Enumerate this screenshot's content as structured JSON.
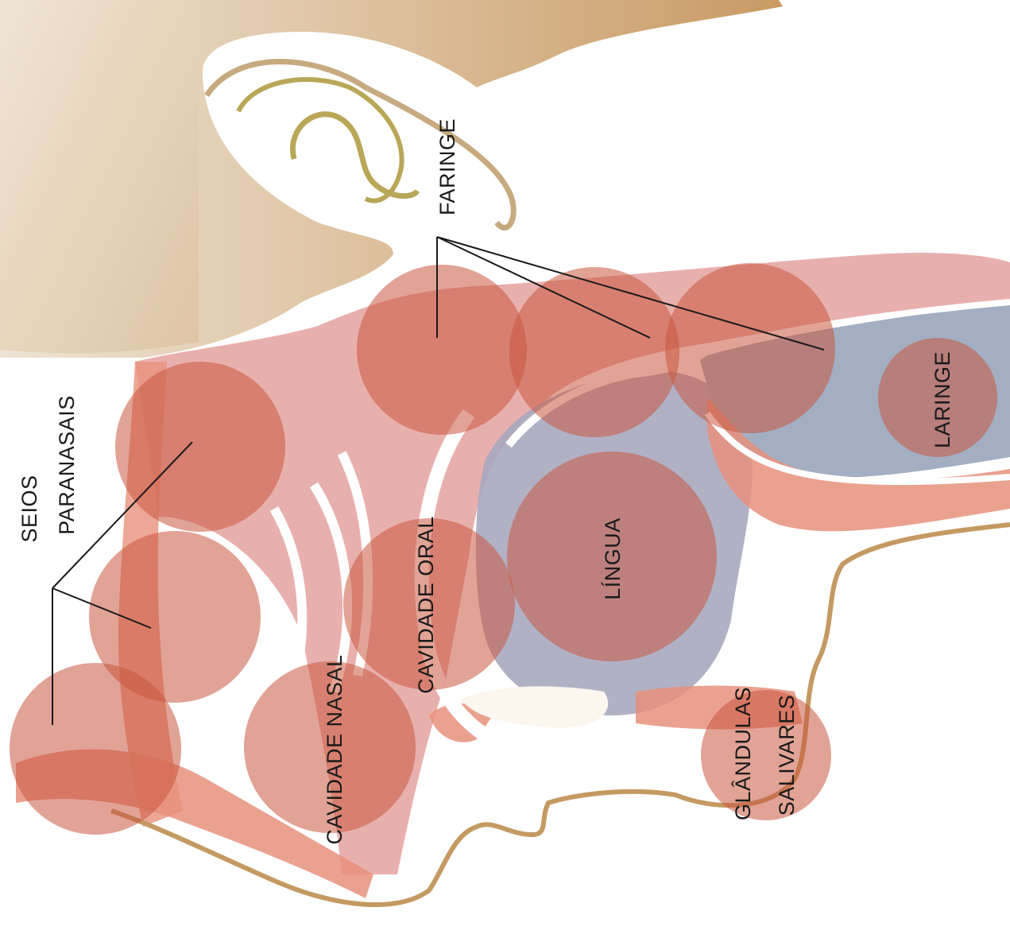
{
  "labels": {
    "seios_line1": "SEIOS",
    "seios_line2": "PARANASAIS",
    "faringe": "FARINGE",
    "laringe": "LARINGE",
    "lingua": "LÍNGUA",
    "cavidade_oral": "CAVIDADE ORAL",
    "cavidade_nasal": "CAVIDADE NASAL",
    "glandulas_line1": "GLÂNDULAS",
    "glandulas_line2": "SALIVARES"
  },
  "colors": {
    "skin": "#d6b48a",
    "tissue_pink": "#e6a7a4",
    "tissue_salmon": "#e8917c",
    "airway_blue": "#a3aec2",
    "highlight_circle": "#c9573f",
    "outline_tan": "#c49a62",
    "ear_olive": "#b9a757",
    "text": "#1a1a1a"
  }
}
